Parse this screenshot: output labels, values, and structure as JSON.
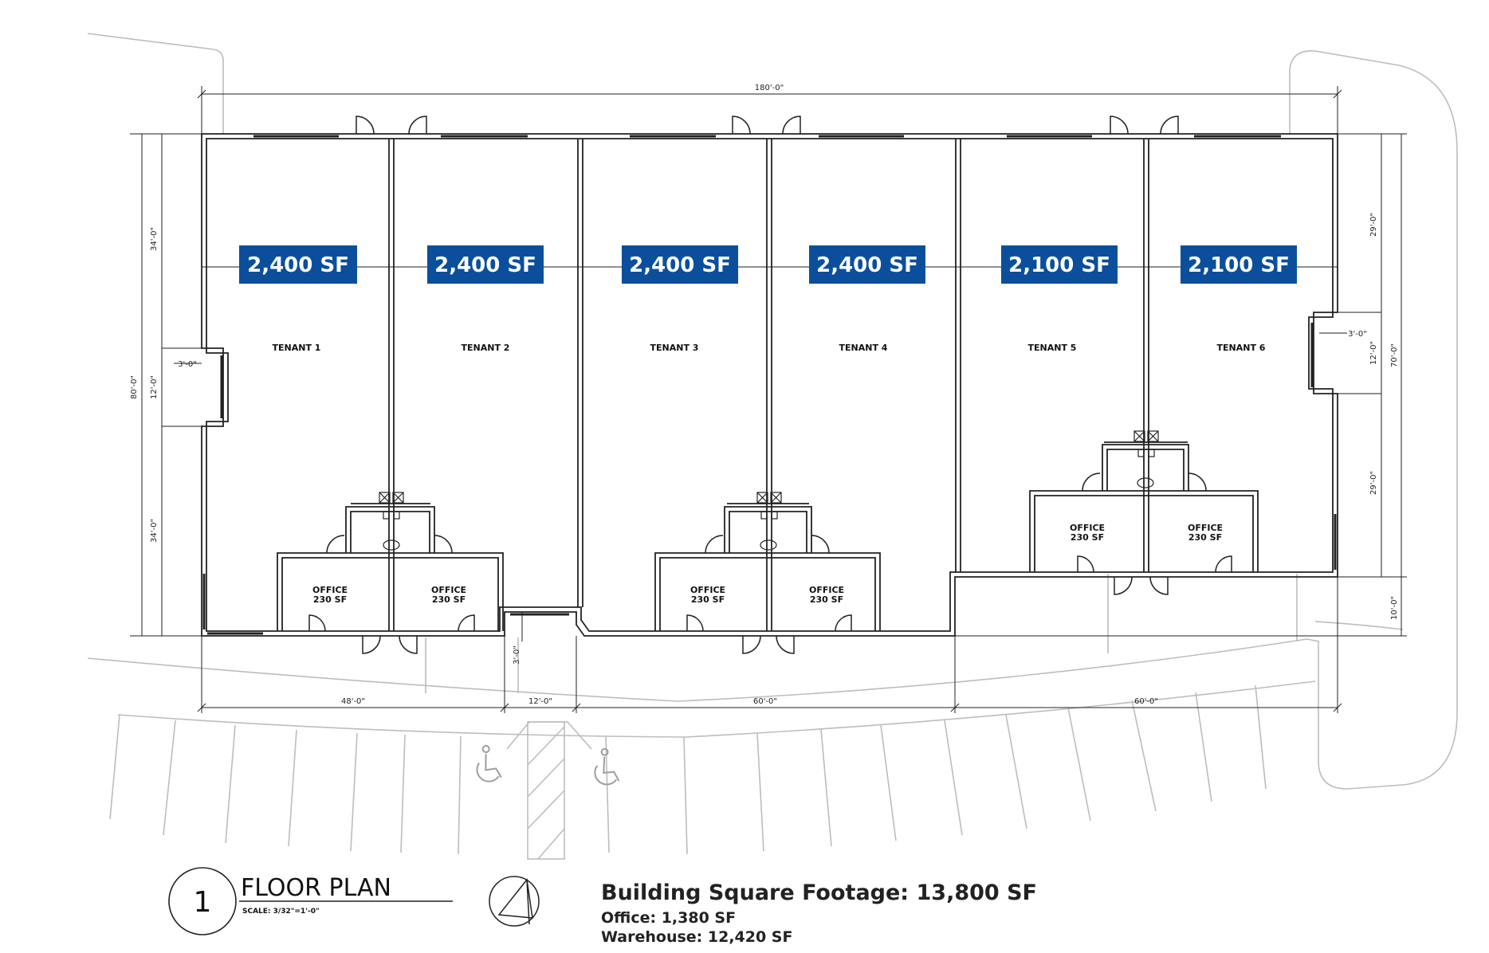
{
  "colors": {
    "accent_blue": "#0b4f9c",
    "wall": "#222222",
    "site_lines": "#b8b8b8"
  },
  "dimensions": {
    "overall_width": "180'-0\"",
    "overall_depth": "80'-0\"",
    "left_top": "34'-0\"",
    "left_mid": "12'-0\"",
    "left_bottom": "34'-0\"",
    "left_door_offset": "3'-0\"",
    "right_top": "29'-0\"",
    "right_mid": "12'-0\"",
    "right_bottom": "29'-0\"",
    "right_door_offset": "3'-0\"",
    "right_total": "70'-0\"",
    "right_step": "10'-0\"",
    "bottom_seg1": "48'-0\"",
    "bottom_seg2": "12'-0\"",
    "bottom_seg3": "60'-0\"",
    "bottom_seg4": "60'-0\"",
    "notch_depth": "3'-0\""
  },
  "units": [
    {
      "name": "TENANT 1",
      "area": "2,400 SF"
    },
    {
      "name": "TENANT 2",
      "area": "2,400 SF"
    },
    {
      "name": "TENANT 3",
      "area": "2,400 SF"
    },
    {
      "name": "TENANT 4",
      "area": "2,400 SF"
    },
    {
      "name": "TENANT 5",
      "area": "2,100 SF"
    },
    {
      "name": "TENANT 6",
      "area": "2,100 SF"
    }
  ],
  "office": {
    "name": "OFFICE",
    "area": "230 SF"
  },
  "title_block": {
    "number": "1",
    "title": "FLOOR PLAN",
    "scale": "SCALE: 3/32\"=1'-0\""
  },
  "summary": {
    "building_sf": "Building Square Footage: 13,800 SF",
    "office": "Office: 1,380 SF",
    "warehouse": "Warehouse: 12,420 SF"
  },
  "icons": [
    "accessible-parking-icon",
    "north-arrow-icon"
  ]
}
